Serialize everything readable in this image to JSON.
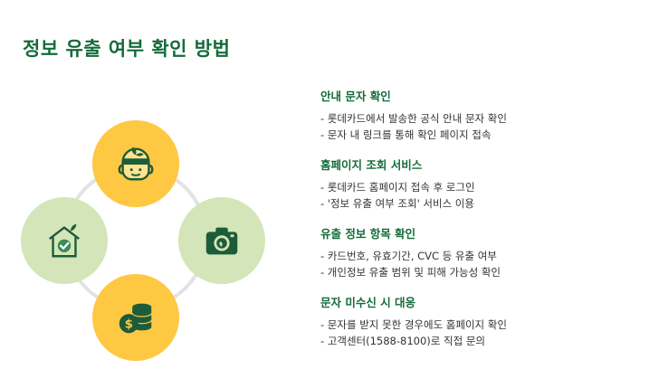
{
  "title": "정보 유출 여부 확인 방법",
  "icons": [
    "person-leaf-icon",
    "house-check-icon",
    "camera-icon",
    "coin-stack-icon"
  ],
  "colors": {
    "accent": "#146b3a",
    "yellow": "#ffc843",
    "light_green": "#d4e5b9",
    "ring": "#e3e3e3"
  },
  "sections": [
    {
      "title": "안내 문자 확인",
      "items": [
        "- 롯데카드에서 발송한 공식 안내 문자 확인",
        "- 문자 내 링크를 통해 확인 페이지 접속"
      ]
    },
    {
      "title": "홈페이지 조회 서비스",
      "items": [
        "- 롯데카드 홈페이지 접속 후 로그인",
        "- '정보 유출 여부 조회' 서비스 이용"
      ]
    },
    {
      "title": "유출 정보 항목 확인",
      "items": [
        "- 카드번호, 유효기간, CVC 등 유출 여부",
        "- 개인정보 유출 범위 및 피해 가능성 확인"
      ]
    },
    {
      "title": "문자 미수신 시 대응",
      "items": [
        "- 문자를 받지 못한 경우에도 홈페이지 확인",
        "- 고객센터(1588-8100)로 직접 문의"
      ]
    }
  ]
}
